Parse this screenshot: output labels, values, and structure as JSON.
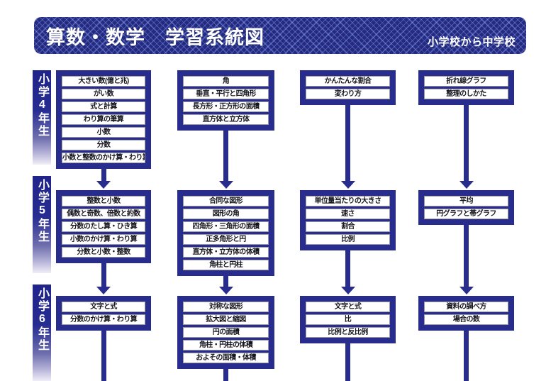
{
  "header": {
    "title": "算数・数学　学習系統図",
    "subtitle": "小学校から中学校"
  },
  "palette": {
    "navy": "#272c8d",
    "header_navy": "#232a80",
    "item_bg": "#ffffff",
    "item_border": "#9a9aa6",
    "item_text": "#15151e",
    "band_fade": "#f0eef8"
  },
  "grades": [
    {
      "label": "小学4年生",
      "columns": [
        [
          "大きい数(億と兆)",
          "がい数",
          "式と計算",
          "わり算の筆算",
          "小数",
          "分数",
          "小数と整数のかけ算・わり算"
        ],
        [
          "角",
          "垂直・平行と四角形",
          "長方形・正方形の面積",
          "直方体と立方体"
        ],
        [
          "かんたんな割合",
          "変わり方"
        ],
        [
          "折れ線グラフ",
          "整理のしかた"
        ]
      ]
    },
    {
      "label": "小学5年生",
      "columns": [
        [
          "整数と小数",
          "偶数と奇数、倍数と約数",
          "分数のたし算・ひき算",
          "小数のかけ算・わり算",
          "分数と小数・整数"
        ],
        [
          "合同な図形",
          "図形の角",
          "四角形・三角形の面積",
          "正多角形と円",
          "直方体・立方体の体積",
          "角柱と円柱"
        ],
        [
          "単位量当たりの大きさ",
          "速さ",
          "割合",
          "比例"
        ],
        [
          "平均",
          "円グラフと帯グラフ"
        ]
      ]
    },
    {
      "label": "小学6年生",
      "columns": [
        [
          "文字と式",
          "分数のかけ算・わり算"
        ],
        [
          "対称な図形",
          "拡大図と縮図",
          "円の面積",
          "角柱・円柱の体積",
          "およその面積・体積"
        ],
        [
          "文字と式",
          "比",
          "比例と反比例"
        ],
        [
          "資料の調べ方",
          "場合の数"
        ]
      ]
    }
  ]
}
